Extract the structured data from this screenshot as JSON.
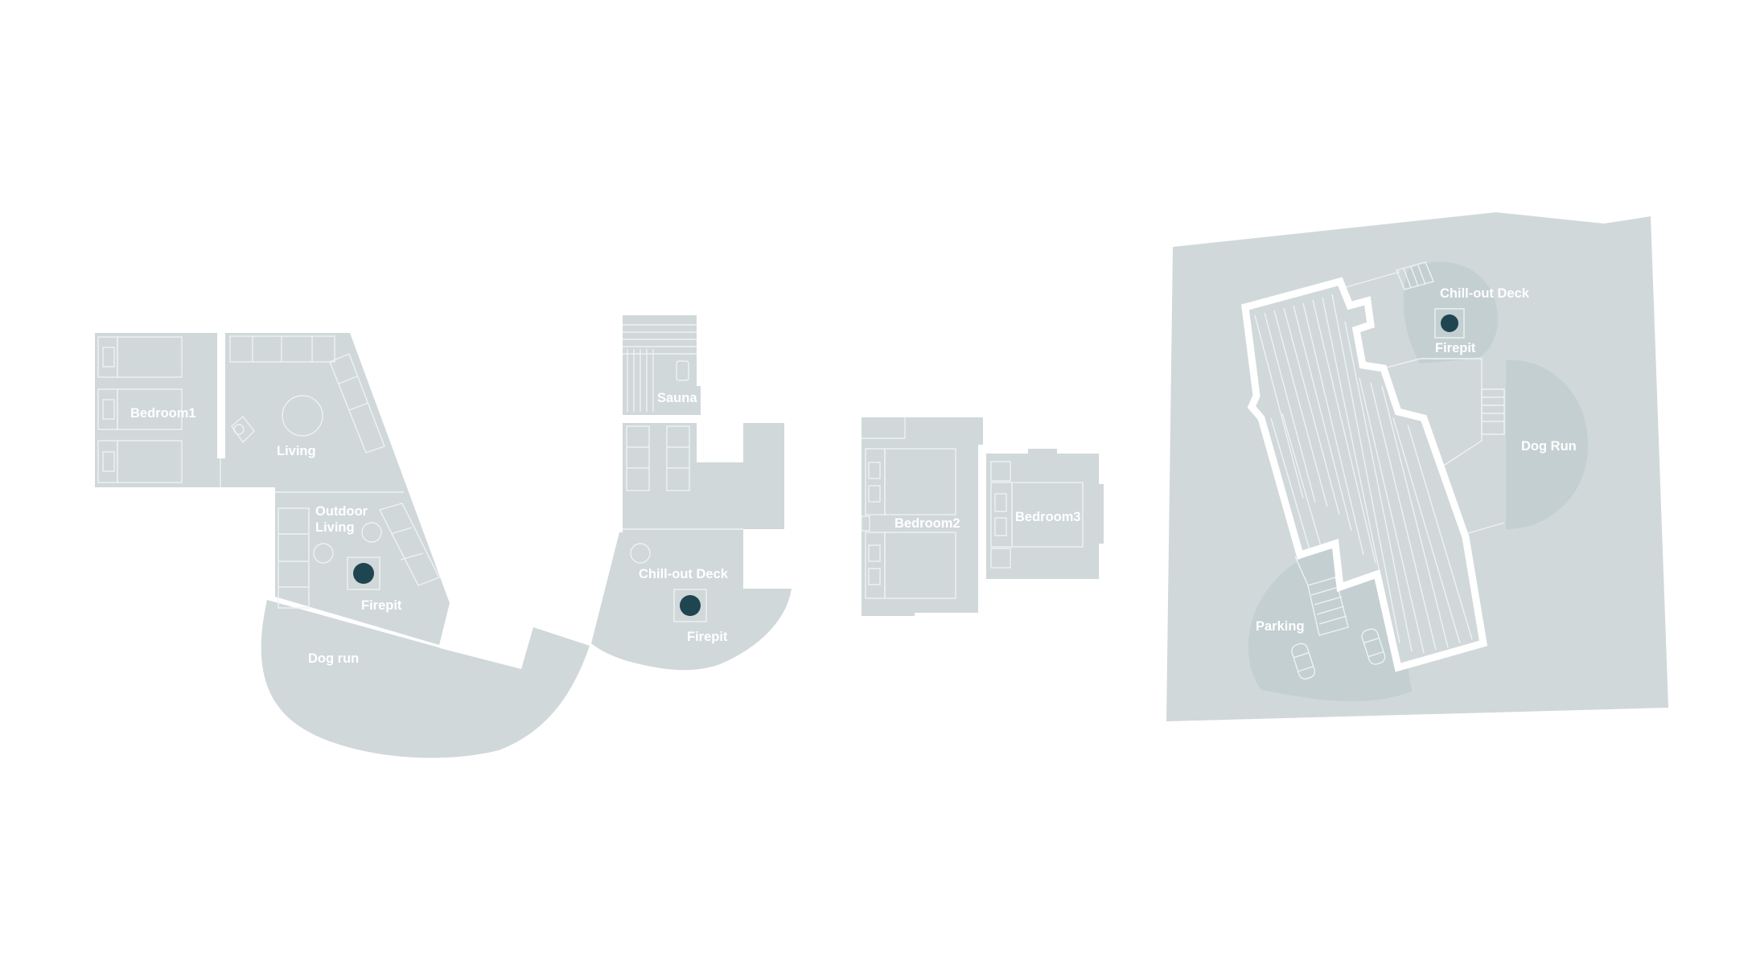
{
  "colors": {
    "background": "#ffffff",
    "area": "#d0d8da",
    "area_dark": "#c4cfd1",
    "firepit": "#1f4650",
    "label": "#ffffff"
  },
  "labels": {
    "bedroom1": "Bedroom1",
    "living": "Living",
    "outdoor_living_1": "Outdoor",
    "outdoor_living_2": "Living",
    "firepit_main": "Firepit",
    "dog_run_main": "Dog run",
    "sauna": "Sauna",
    "chill_out_deck_main": "Chill-out Deck",
    "firepit_deck": "Firepit",
    "bedroom2": "Bedroom2",
    "bedroom3": "Bedroom3",
    "site_chill_out_deck": "Chill-out Deck",
    "site_firepit": "Firepit",
    "site_dog_run": "Dog Run",
    "site_parking": "Parking"
  }
}
